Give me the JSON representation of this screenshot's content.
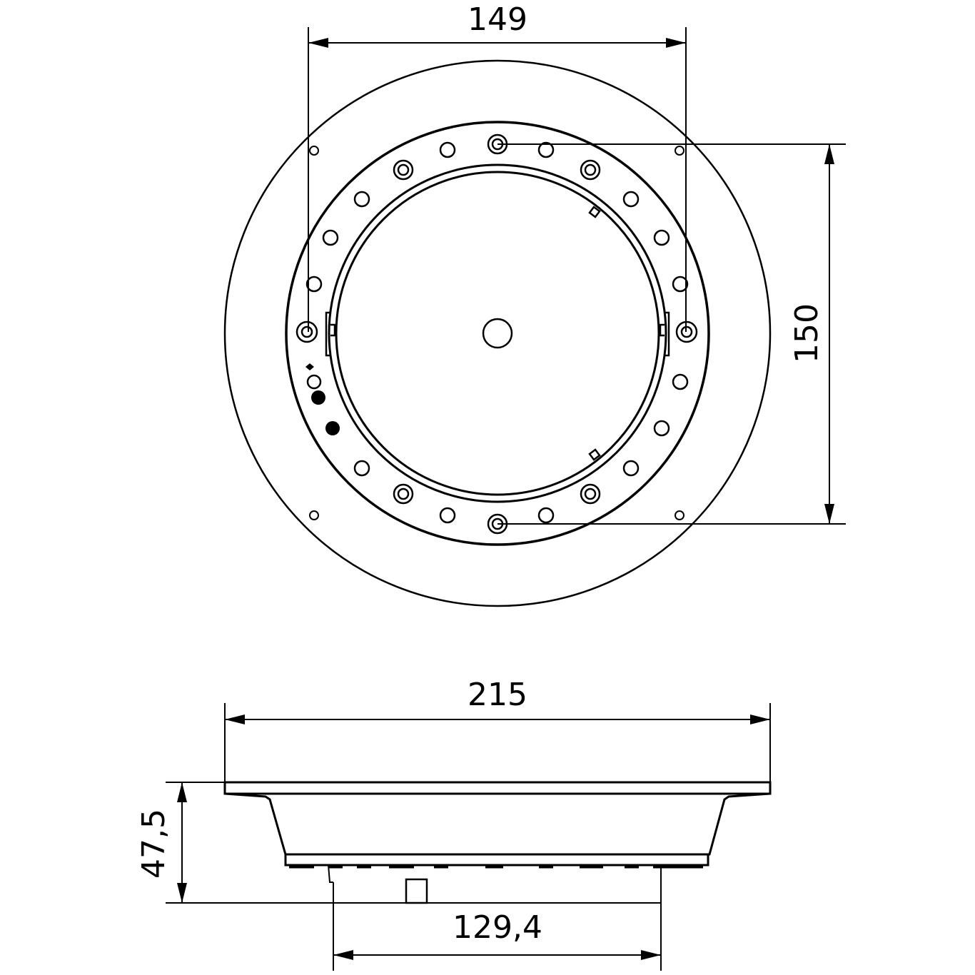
{
  "title": "Round recessed luminaire dimension drawing",
  "dimensions": {
    "top_width": "149",
    "top_height": "150",
    "overall_diameter": "215",
    "height": "47,5",
    "cutout": "129,4"
  },
  "colors": {
    "line": "#000000",
    "background": "#ffffff"
  }
}
